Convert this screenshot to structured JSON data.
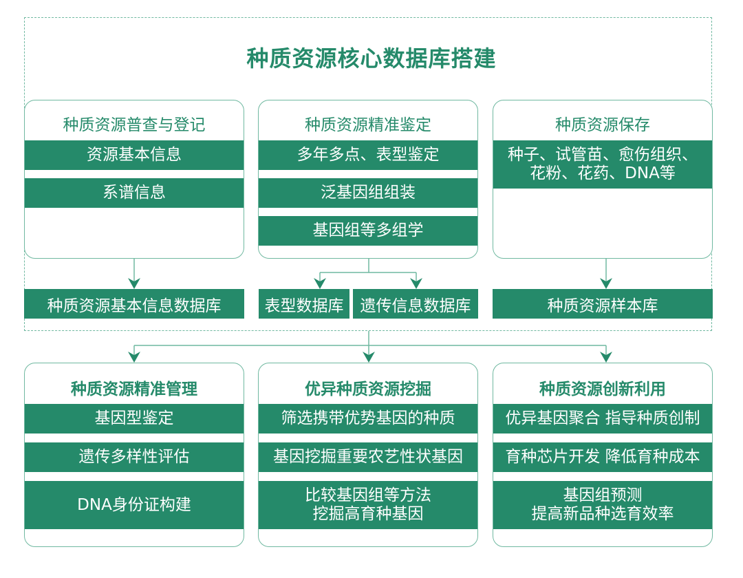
{
  "title": "种质资源核心数据库搭建",
  "colors": {
    "primary": "#258a6a",
    "line": "#6fb8a0",
    "background": "#ffffff"
  },
  "top_cards": [
    {
      "title": "种质资源普查与登记",
      "items": [
        "资源基本信息",
        "系谱信息"
      ]
    },
    {
      "title": "种质资源精准鉴定",
      "items": [
        "多年多点、表型鉴定",
        "泛基因组组装",
        "基因组等多组学"
      ]
    },
    {
      "title": "种质资源保存",
      "items": [
        "种子、试管苗、愈伤组织、\n花粉、花药、DNA等"
      ]
    }
  ],
  "databases": [
    {
      "label": "种质资源基本信息数据库"
    },
    {
      "label": "表型数据库"
    },
    {
      "label": "遗传信息数据库"
    },
    {
      "label": "种质资源样本库"
    }
  ],
  "bottom_cards": [
    {
      "title": "种质资源精准管理",
      "items": [
        "基因型鉴定",
        "遗传多样性评估",
        "DNA身份证构建"
      ]
    },
    {
      "title": "优异种质资源挖掘",
      "items": [
        "筛选携带优势基因的种质",
        "基因挖掘重要农艺性状基因",
        "比较基因组等方法\n挖掘高育种基因"
      ]
    },
    {
      "title": "种质资源创新利用",
      "items": [
        "优异基因聚合 指导种质创制",
        "育种芯片开发 降低育种成本",
        "基因组预测\n提高新品种选育效率"
      ]
    }
  ]
}
